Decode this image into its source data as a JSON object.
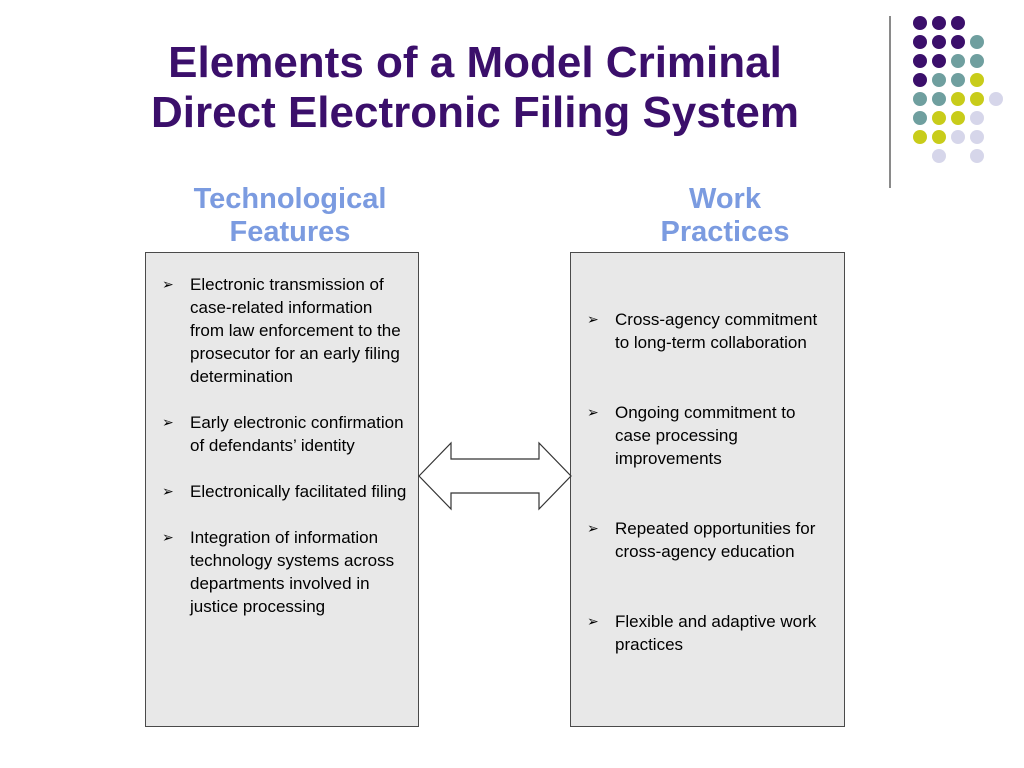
{
  "slide": {
    "title_line1": "Elements of a Model Criminal",
    "title_line2": "Direct Electronic Filing System"
  },
  "colors": {
    "title": "#3b0f6b",
    "column_heading": "#7b9be0",
    "dot_purple": "#3b0f6b",
    "dot_teal": "#6f9f9f",
    "dot_yellow": "#c8cc1a",
    "dot_lavender": "#d6d6ea"
  },
  "left_column": {
    "heading_line1": "Technological",
    "heading_line2": "Features",
    "items": [
      "Electronic transmission of case-related information from law enforcement to the prosecutor for an early filing determination",
      "Early electronic confirmation of defendants’ identity",
      "Electronically facilitated filing",
      "Integration of information technology systems across departments involved in justice processing"
    ]
  },
  "right_column": {
    "heading_line1": "Work",
    "heading_line2": "Practices",
    "items": [
      "Cross-agency commitment to long-term collaboration",
      "Ongoing commitment to case processing improvements",
      "Repeated opportunities for cross-agency education",
      "Flexible and adaptive work practices"
    ]
  },
  "bullet_glyph": "➢",
  "arrow_icon": "double-headed-arrow"
}
